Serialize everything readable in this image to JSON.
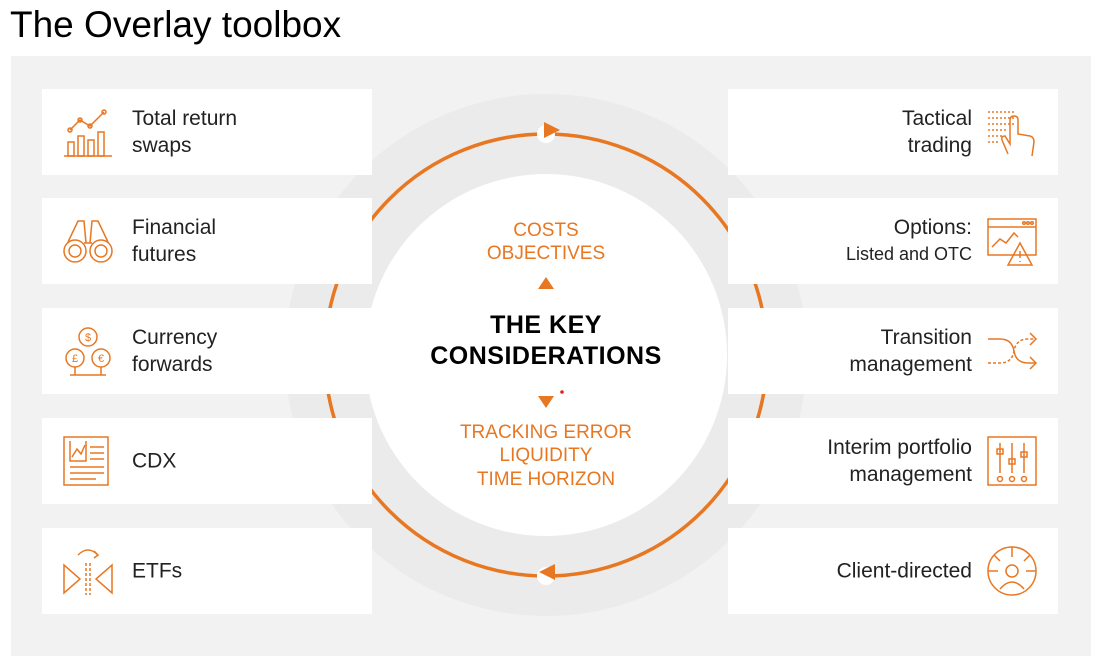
{
  "title": "The Overlay toolbox",
  "colors": {
    "accent": "#e87722",
    "panel": "#f2f2f2",
    "ring": "#ececec"
  },
  "left_items": [
    {
      "line1": "Total return",
      "line2": "swaps",
      "icon": "bar-chart-trend-icon"
    },
    {
      "line1": "Financial",
      "line2": "futures",
      "icon": "binoculars-icon"
    },
    {
      "line1": "Currency",
      "line2": "forwards",
      "icon": "currency-coins-icon"
    },
    {
      "line1": "CDX",
      "line2": "",
      "icon": "document-chart-icon"
    },
    {
      "line1": "ETFs",
      "line2": "",
      "icon": "exchange-arrows-icon"
    }
  ],
  "right_items": [
    {
      "line1": "Tactical",
      "line2": "trading",
      "icon": "touch-screen-icon"
    },
    {
      "line1": "Options:",
      "line2": "Listed and OTC",
      "icon": "chart-warning-icon"
    },
    {
      "line1": "Transition",
      "line2": "management",
      "icon": "crossing-arrows-icon"
    },
    {
      "line1": "Interim portfolio",
      "line2": "management",
      "icon": "sliders-icon"
    },
    {
      "line1": "Client-directed",
      "line2": "",
      "icon": "user-target-icon"
    }
  ],
  "center": {
    "top_lines": [
      "COSTS",
      "OBJECTIVES"
    ],
    "heading_line1": "THE KEY",
    "heading_line2": "CONSIDERATIONS",
    "bottom_lines": [
      "TRACKING ERROR",
      "LIQUIDITY",
      "TIME HORIZON"
    ]
  }
}
